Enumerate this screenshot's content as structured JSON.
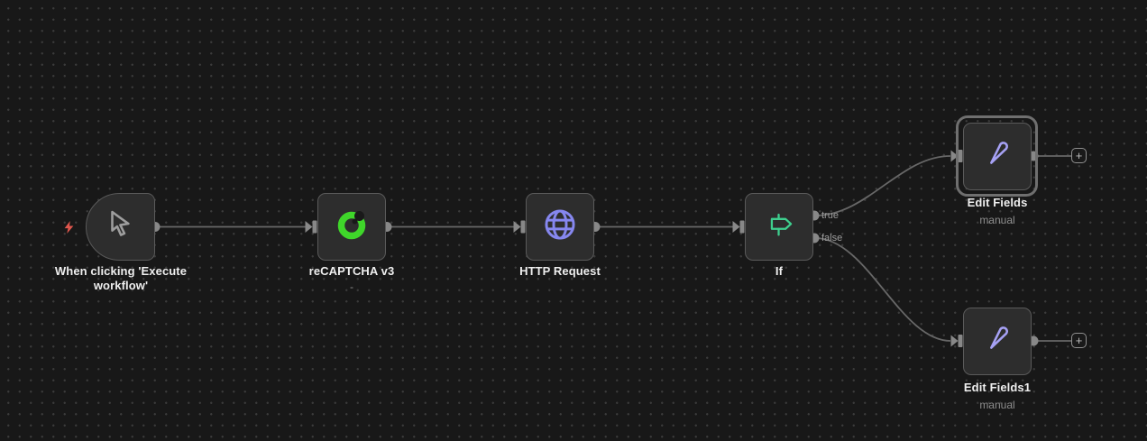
{
  "canvas": {
    "background_color": "#181818",
    "grid_dot_color": "#3b3b3b",
    "connection_color": "#676767",
    "node_fill": "#2d2d2d",
    "node_border": "#5a5a5a",
    "selected_outline": "#6f6f6f"
  },
  "nodes": {
    "trigger": {
      "label_line1": "When clicking 'Execute",
      "label_line2": "workflow'",
      "icon": "cursor-icon",
      "icon_color": "#9e9e9e",
      "badge_icon": "lightning-bolt-icon",
      "badge_color": "#df564d"
    },
    "recaptcha": {
      "label": "reCAPTCHA v3",
      "subtitle": "-",
      "icon": "recaptcha-ring-icon",
      "icon_color": "#3fd62a"
    },
    "http_request": {
      "label": "HTTP Request",
      "icon": "globe-icon",
      "icon_color": "#8687ef"
    },
    "if": {
      "label": "If",
      "icon": "signpost-icon",
      "icon_color": "#3ecf8e",
      "output_true_label": "true",
      "output_false_label": "false"
    },
    "edit_fields": {
      "label": "Edit Fields",
      "subtitle": "manual",
      "icon": "pencil-icon",
      "icon_color": "#a6a1f4",
      "selected": true
    },
    "edit_fields1": {
      "label": "Edit Fields1",
      "subtitle": "manual",
      "icon": "pencil-icon",
      "icon_color": "#a6a1f4",
      "selected": false
    }
  },
  "connections": [
    {
      "from": "trigger",
      "to": "recaptcha"
    },
    {
      "from": "recaptcha",
      "to": "http_request"
    },
    {
      "from": "http_request",
      "to": "if"
    },
    {
      "from": "if",
      "branch": "true",
      "to": "edit_fields"
    },
    {
      "from": "if",
      "branch": "false",
      "to": "edit_fields1"
    },
    {
      "from": "edit_fields",
      "to": "add-node-button"
    },
    {
      "from": "edit_fields1",
      "to": "add-node-button"
    }
  ],
  "add_button": {
    "plus_label": "+"
  }
}
